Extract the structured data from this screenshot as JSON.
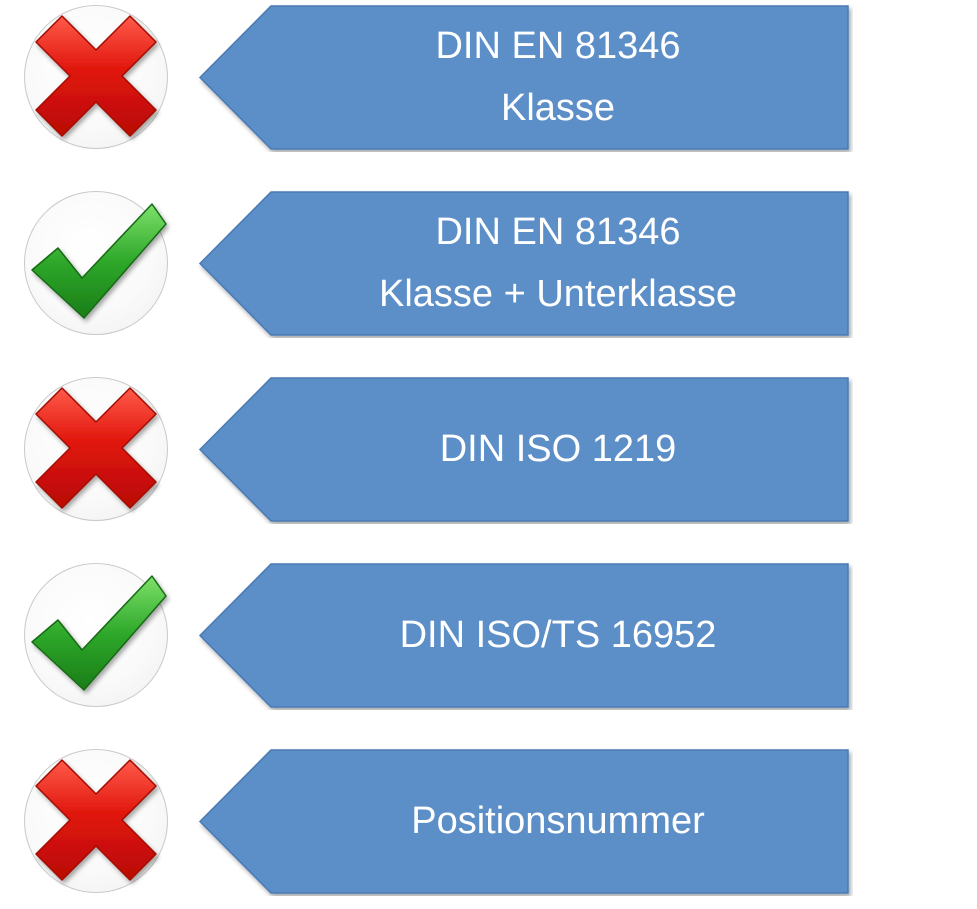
{
  "colors": {
    "banner_fill": "#5b8ec8",
    "banner_border": "#4a7ab3",
    "banner_text": "#ffffff",
    "cross_red": "#e0160d",
    "check_green": "#2ea82a"
  },
  "items": [
    {
      "icon": "cross-icon",
      "status": "rejected",
      "line1": "DIN EN 81346",
      "line2": "Klasse"
    },
    {
      "icon": "checkmark-icon",
      "status": "accepted",
      "line1": "DIN EN 81346",
      "line2": "Klasse + Unterklasse"
    },
    {
      "icon": "cross-icon",
      "status": "rejected",
      "line1": "DIN ISO 1219",
      "line2": ""
    },
    {
      "icon": "checkmark-icon",
      "status": "accepted",
      "line1": "DIN ISO/TS 16952",
      "line2": ""
    },
    {
      "icon": "cross-icon",
      "status": "rejected",
      "line1": "Positionsnummer",
      "line2": ""
    }
  ]
}
